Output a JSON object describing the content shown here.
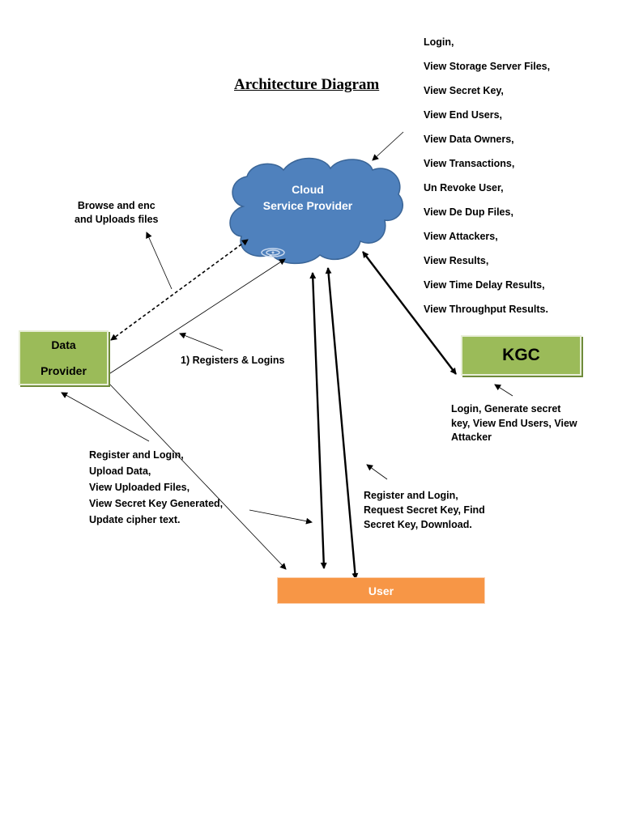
{
  "title": "Architecture Diagram",
  "cloud": {
    "line1": "Cloud",
    "line2": "Service Provider"
  },
  "csp_functions": [
    "Login,",
    "View Storage Server Files,",
    "View Secret Key,",
    "View End Users,",
    "View Data Owners,",
    "View Transactions,",
    "Un Revoke User,",
    "View De Dup Files,",
    "View Attackers,",
    "View Results,",
    "View Time Delay Results,",
    "View Throughput Results."
  ],
  "browse_label": {
    "line1": "Browse and enc",
    "line2": "and Uploads files"
  },
  "registers_logins": "1) Registers & Logins",
  "data_provider": {
    "line1": "Data",
    "line2": "Provider"
  },
  "data_provider_functions": [
    "Register and Login,",
    "Upload Data,",
    "View Uploaded Files,",
    "View Secret Key Generated,",
    "Update cipher text."
  ],
  "kgc": {
    "label": "KGC"
  },
  "kgc_functions": [
    "Login, Generate secret",
    "key, View End Users, View",
    "Attacker"
  ],
  "user": {
    "label": "User"
  },
  "user_functions": [
    "Register and Login,",
    "Request Secret Key, Find",
    "Secret Key, Download."
  ],
  "colors": {
    "cloud": "#4f81bd",
    "green_box": "#9bbb59",
    "user_box": "#f79646"
  }
}
